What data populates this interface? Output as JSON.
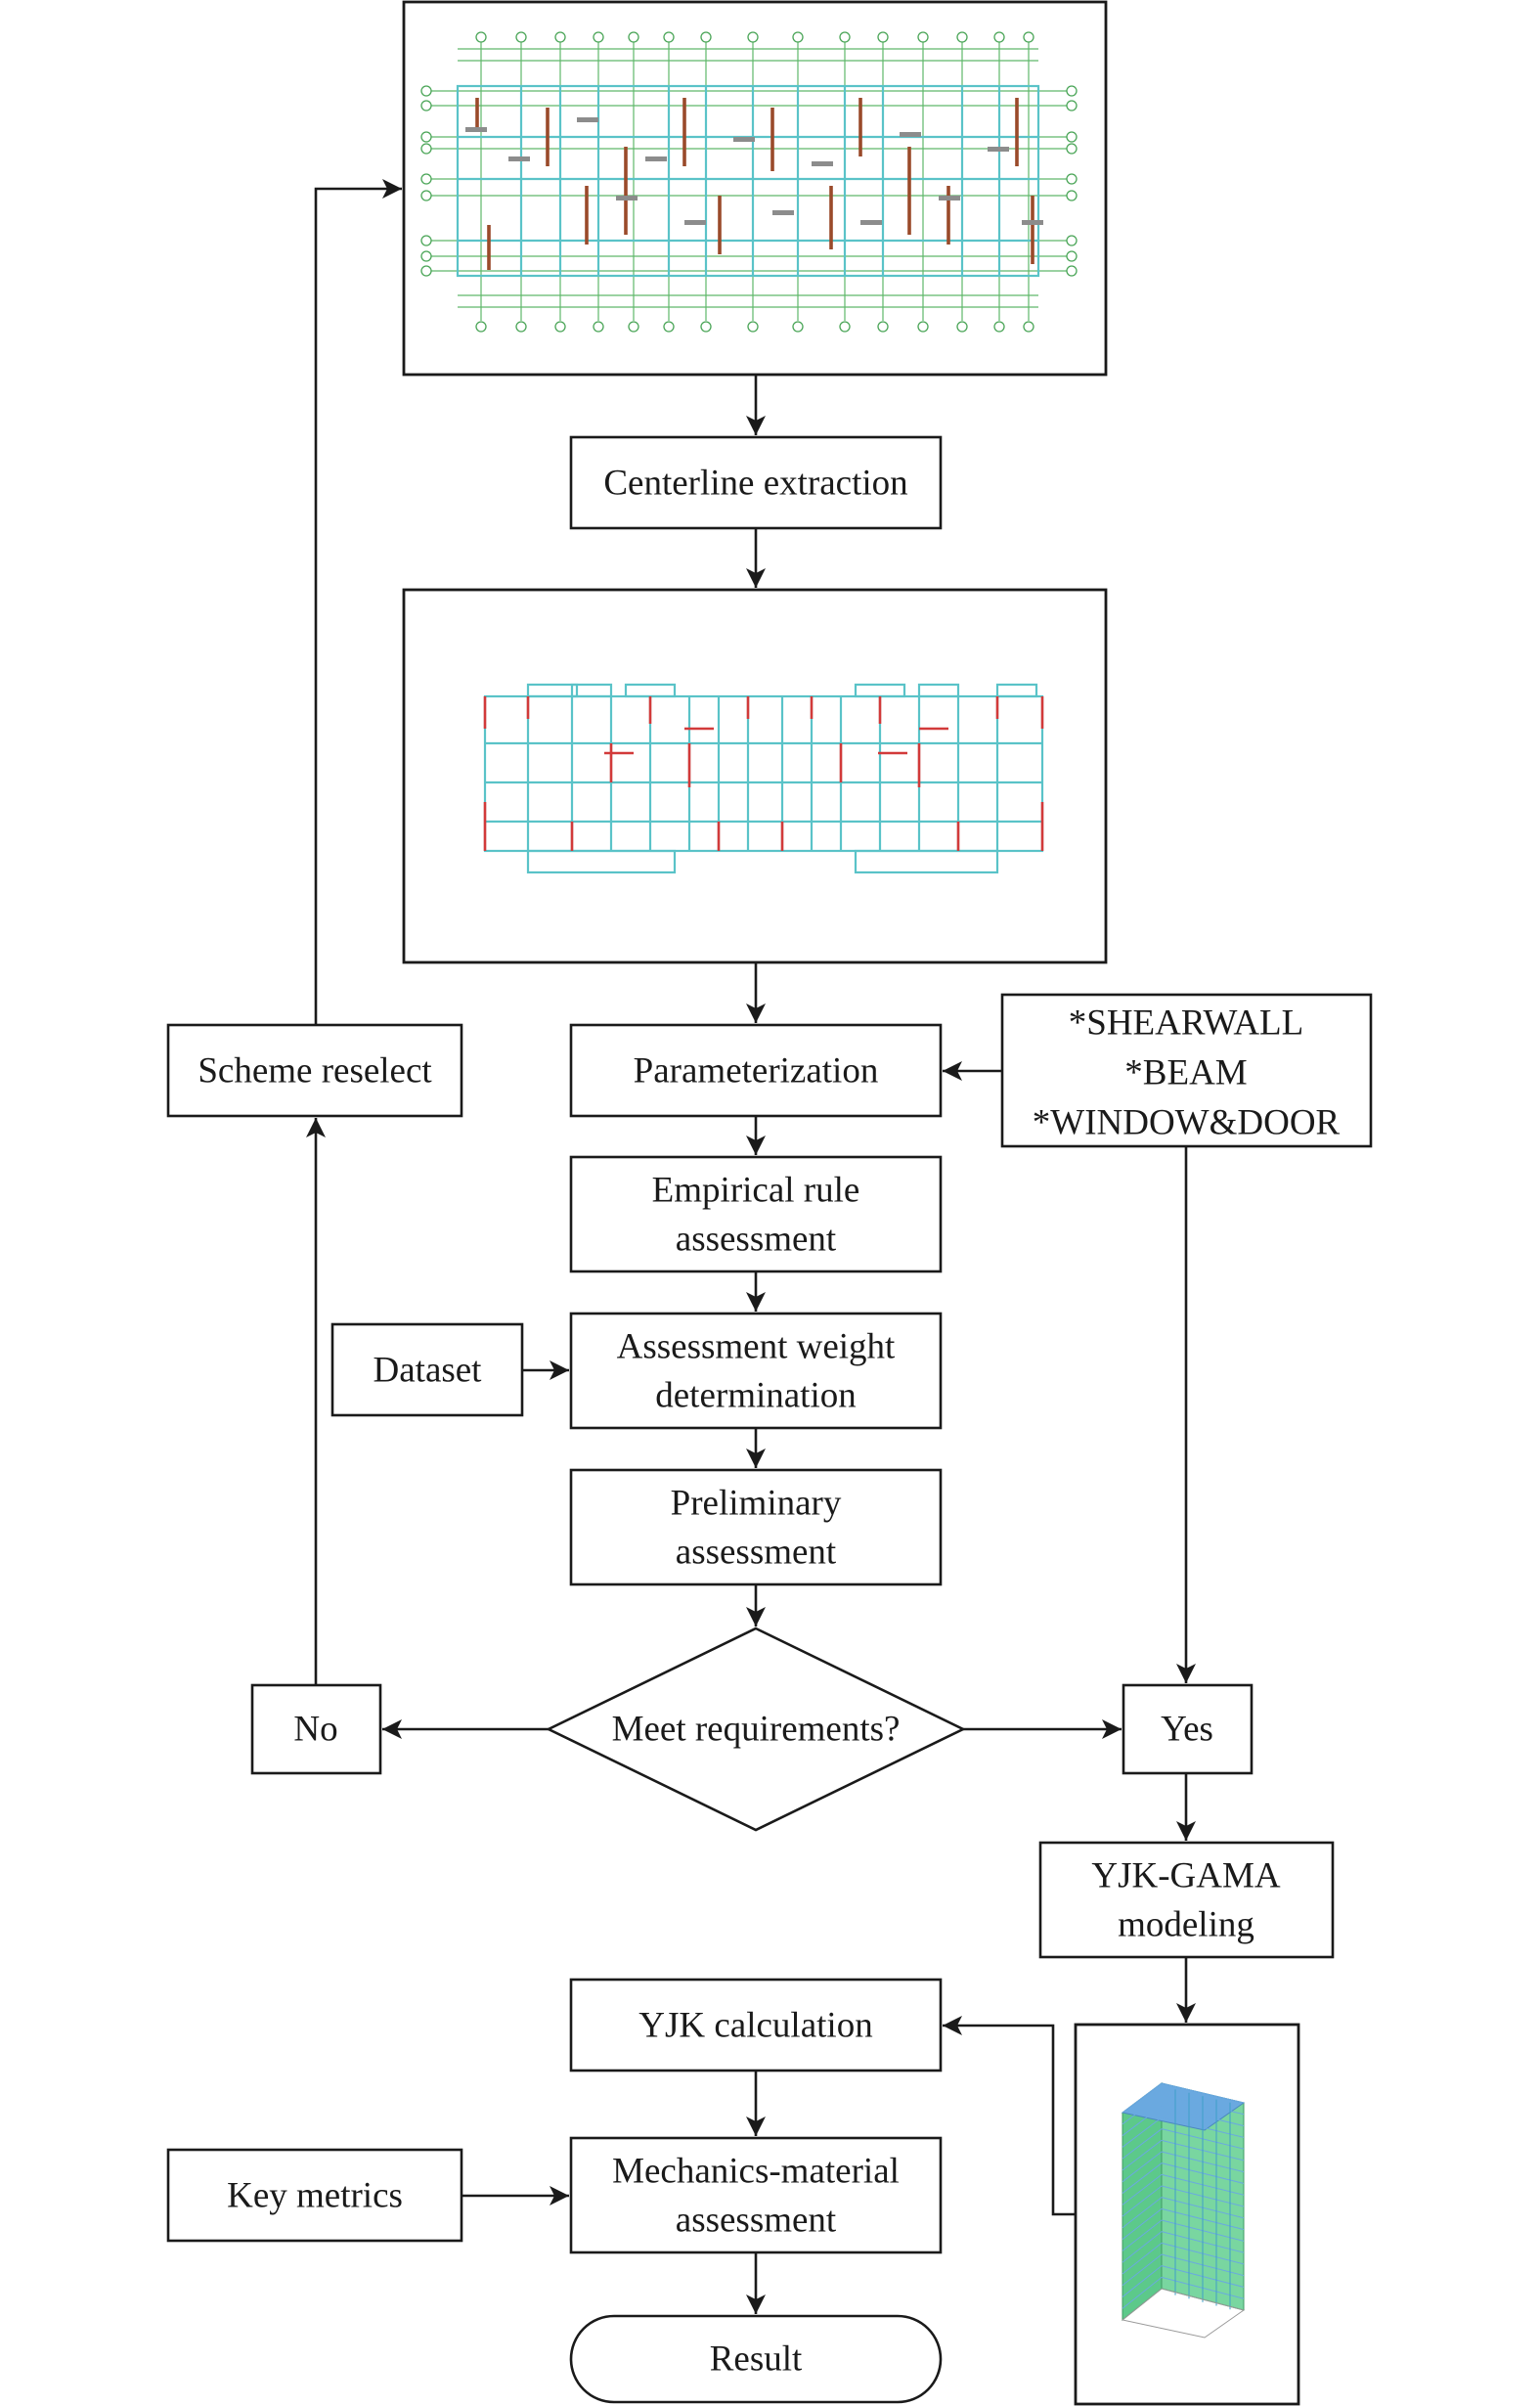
{
  "diagram": {
    "nodes": {
      "centerline_extraction": "Centerline extraction",
      "parameterization": "Parameterization",
      "components": [
        "*SHEARWALL",
        "*BEAM",
        "*WINDOW&DOOR"
      ],
      "empirical_rule": [
        "Empirical rule",
        "assessment"
      ],
      "dataset": "Dataset",
      "assessment_weight": [
        "Assessment weight",
        "determination"
      ],
      "preliminary": [
        "Preliminary",
        "assessment"
      ],
      "decision": "Meet requirements?",
      "no": "No",
      "yes": "Yes",
      "scheme_reselect": "Scheme reselect",
      "yjk_gama": [
        "YJK-GAMA",
        "modeling"
      ],
      "yjk_calculation": "YJK calculation",
      "key_metrics": "Key metrics",
      "mechanics_material": [
        "Mechanics-material",
        "assessment"
      ],
      "result": "Result"
    },
    "images": {
      "floor_plan": "cad-floor-plan",
      "centerline_plan": "extracted-centerline-plan",
      "building_model": "3d-building-model"
    },
    "colors": {
      "line": "#1a1a1a",
      "axis_green": "#5fb86a",
      "wall_cyan": "#5ac3c8",
      "wall_red": "#d23a3a",
      "wall_brown": "#9a4a2a",
      "model_green": "#5cc98a",
      "model_blue": "#6aa9e0"
    }
  }
}
